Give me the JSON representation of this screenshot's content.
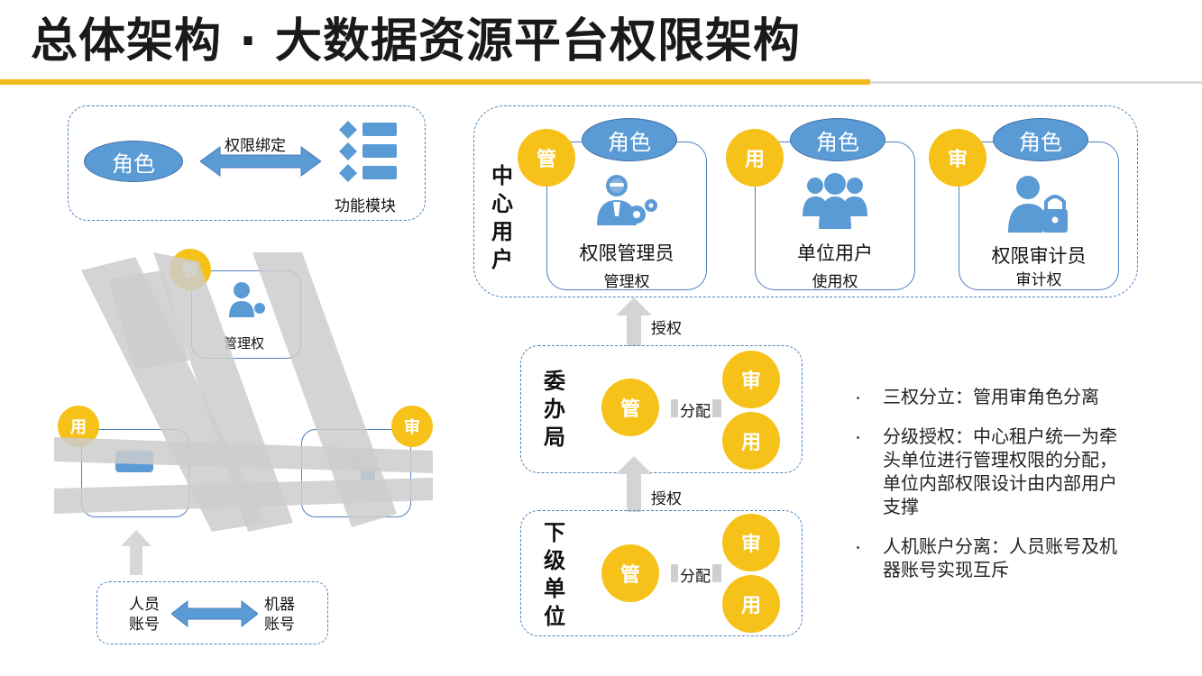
{
  "title": "总体架构 · 大数据资源平台权限架构",
  "legend_box": {
    "role": "角色",
    "binding": "权限绑定",
    "module": "功能模块"
  },
  "center_users": {
    "label": "中心用户",
    "groups": [
      {
        "badge": "管",
        "role": "角色",
        "name": "权限管理员",
        "right": "管理权",
        "icon": "admin-gear-icon"
      },
      {
        "badge": "用",
        "role": "角色",
        "name": "单位用户",
        "right": "使用权",
        "icon": "user-group-icon"
      },
      {
        "badge": "审",
        "role": "角色",
        "name": "权限审计员",
        "right": "审计权",
        "icon": "auditor-lock-icon"
      }
    ]
  },
  "grant_label_1": "授权",
  "grant_label_2": "授权",
  "committee": {
    "label": "委办局",
    "manage": "管",
    "assign": "分配",
    "audit": "审",
    "use": "用"
  },
  "subordinate": {
    "label": "下级单位",
    "manage": "管",
    "assign": "分配",
    "audit": "审",
    "use": "用"
  },
  "left_diagram": {
    "manage": "管",
    "manage_right": "管理权",
    "use": "用",
    "audit": "审",
    "person_account": "人员账号",
    "machine_account": "机器账号"
  },
  "bullets": [
    "三权分立：管用审角色分离",
    "分级授权：中心租户统一为牵头单位进行管理权限的分配，单位内部权限设计由内部用户支撑",
    "人机账户分离：人员账号及机器账号实现互斥"
  ],
  "colors": {
    "accent_yellow": "#f6c21a",
    "role_blue": "#5b9bd5",
    "border_blue": "#4f81bd",
    "arrow_gray": "#d4d4d4"
  }
}
